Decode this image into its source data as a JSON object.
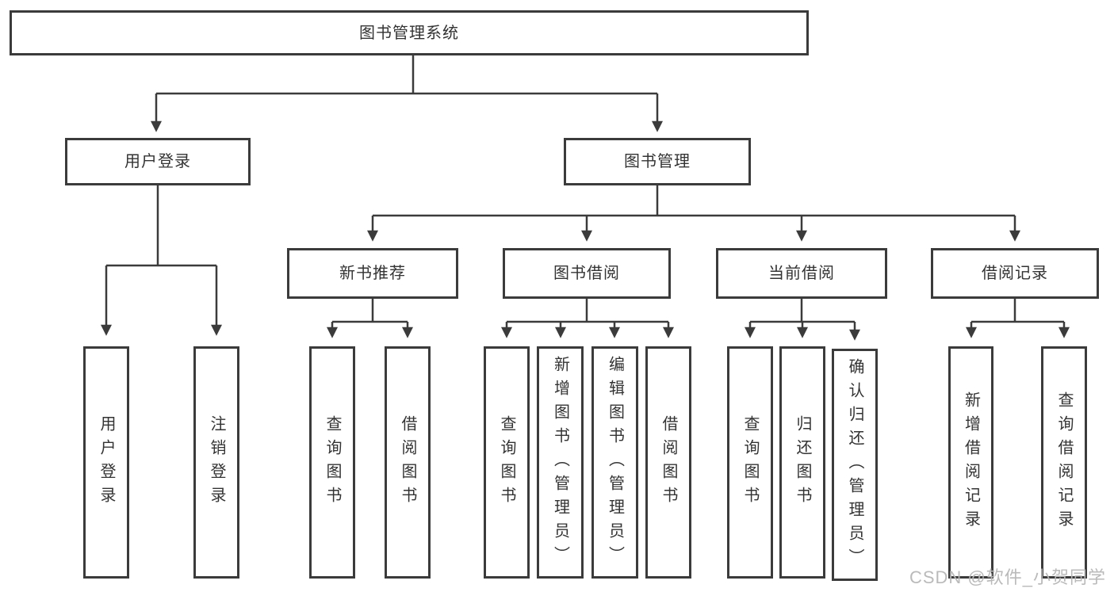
{
  "diagram": {
    "type": "tree",
    "title": "图书管理系统"
  },
  "nodes": {
    "root": {
      "label": "图书管理系统"
    },
    "user_login_group": {
      "label": "用户登录"
    },
    "book_mgmt": {
      "label": "图书管理"
    },
    "user_login": {
      "label": "用户登录"
    },
    "logout": {
      "label": "注销登录"
    },
    "new_book_rec": {
      "label": "新书推荐"
    },
    "book_borrow": {
      "label": "图书借阅"
    },
    "current_borrow": {
      "label": "当前借阅"
    },
    "borrow_records": {
      "label": "借阅记录"
    },
    "nb_query": {
      "label": "查询图书"
    },
    "nb_borrow": {
      "label": "借阅图书"
    },
    "bb_query": {
      "label": "查询图书"
    },
    "bb_add": {
      "label": "新增图书（管理员）"
    },
    "bb_edit": {
      "label": "编辑图书（管理员）"
    },
    "bb_borrow": {
      "label": "借阅图书"
    },
    "cb_query": {
      "label": "查询图书"
    },
    "cb_return": {
      "label": "归还图书"
    },
    "cb_confirm": {
      "label": "确认归还（管理员）"
    },
    "br_add": {
      "label": "新增借阅记录"
    },
    "br_query": {
      "label": "查询借阅记录"
    }
  },
  "hierarchy": {
    "图书管理系统": {
      "用户登录": [
        "用户登录",
        "注销登录"
      ],
      "图书管理": {
        "新书推荐": [
          "查询图书",
          "借阅图书"
        ],
        "图书借阅": [
          "查询图书",
          "新增图书（管理员）",
          "编辑图书（管理员）",
          "借阅图书"
        ],
        "当前借阅": [
          "查询图书",
          "归还图书",
          "确认归还（管理员）"
        ],
        "借阅记录": [
          "新增借阅记录",
          "查询借阅记录"
        ]
      }
    }
  },
  "watermark": {
    "text": "CSDN @软件_小贺同学"
  },
  "colors": {
    "background": "#ffffff",
    "border": "#3b3b3b",
    "line": "#3b3b3b",
    "text": "#333333",
    "watermark": "#b6b6b6"
  }
}
